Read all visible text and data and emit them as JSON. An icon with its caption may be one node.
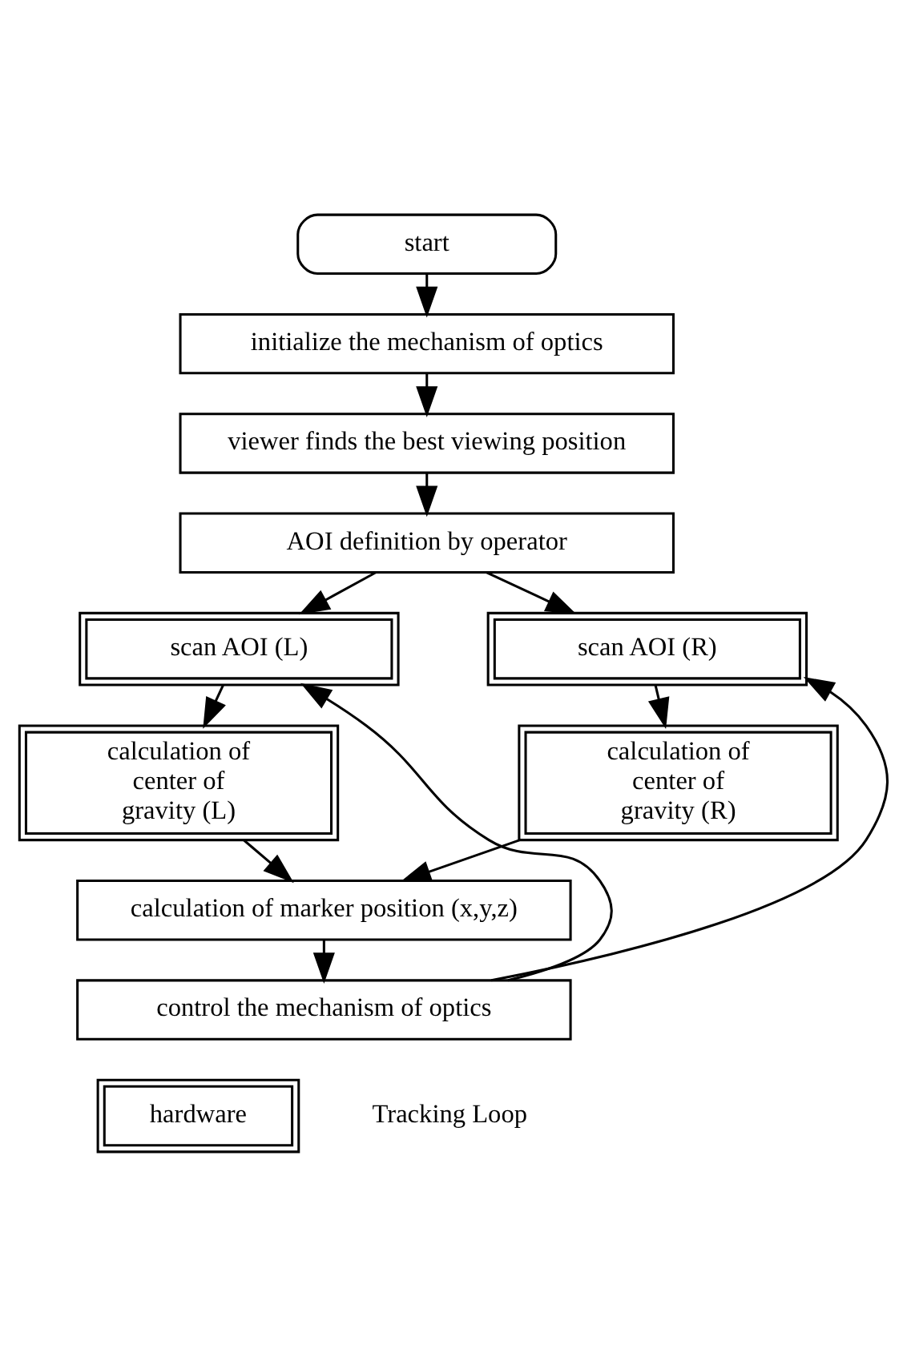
{
  "diagram": {
    "nodes": [
      {
        "text": [
          "start"
        ]
      },
      {
        "text": [
          "initialize the mechanism of optics"
        ]
      },
      {
        "text": [
          "viewer finds the best viewing position"
        ]
      },
      {
        "text": [
          "AOI definition by operator"
        ]
      },
      {
        "text": [
          "scan AOI (L)"
        ]
      },
      {
        "text": [
          "scan AOI (R)"
        ]
      },
      {
        "text": [
          "calculation of center of gravity (L)"
        ]
      },
      {
        "text": [
          "calculation of center of gravity (R)"
        ]
      },
      {
        "text": [
          "calculation of marker position (x,y,z)"
        ]
      },
      {
        "text": [
          "control the mechanism of optics"
        ]
      }
    ],
    "edges": [
      {
        "from": 0,
        "to": 1,
        "arrow": "to"
      },
      {
        "from": 1,
        "to": 2,
        "arrow": "to"
      },
      {
        "from": 2,
        "to": 3,
        "arrow": "to"
      },
      {
        "from": 3,
        "to": 4,
        "arrow": "to"
      },
      {
        "from": 3,
        "to": 5,
        "arrow": "to"
      },
      {
        "from": 4,
        "to": 6,
        "arrow": "to"
      },
      {
        "from": 5,
        "to": 7,
        "arrow": "to"
      },
      {
        "from": 6,
        "to": 8,
        "arrow": "to"
      },
      {
        "from": 7,
        "to": 8,
        "arrow": "to"
      },
      {
        "from": 8,
        "to": 9,
        "arrow": "to"
      },
      {
        "from": 9,
        "to": 4,
        "arrow": "to"
      },
      {
        "from": 9,
        "to": 5,
        "arrow": "to"
      }
    ],
    "labels": [
      "Tracking Loop"
    ],
    "legend": [
      {
        "text": "hardware"
      }
    ]
  }
}
